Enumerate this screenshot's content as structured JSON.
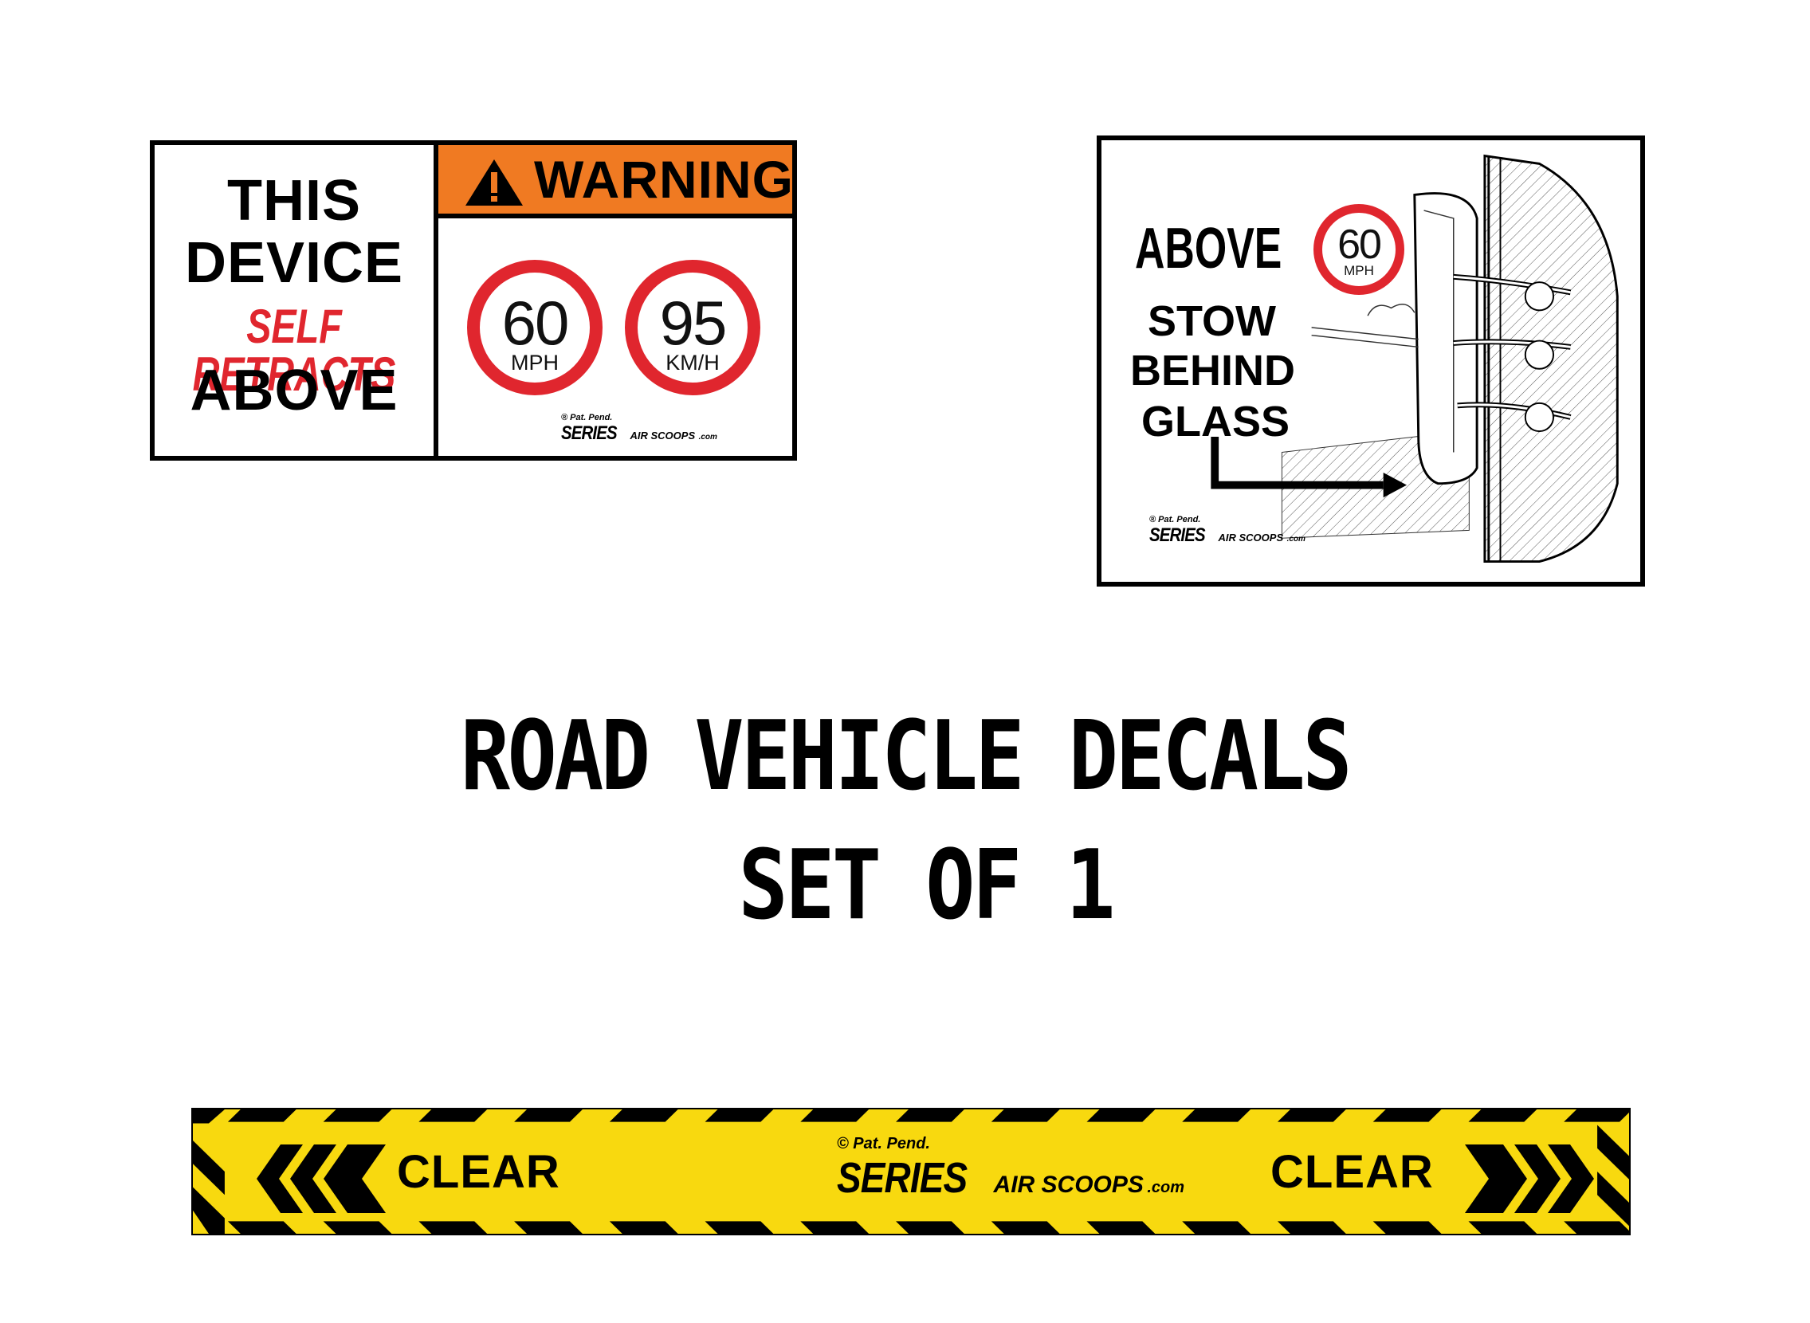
{
  "decal_warning": {
    "left_lines": [
      "THIS",
      "DEVICE",
      "SELF RETRACTS",
      "ABOVE"
    ],
    "header_label": "WARNING",
    "signs": [
      {
        "value": "60",
        "unit": "MPH"
      },
      {
        "value": "95",
        "unit": "KM/H"
      }
    ],
    "brand": {
      "pat": "® Pat. Pend.",
      "series": "SERIES",
      "air": "AIR SCOOPS",
      "dotcom": ".com"
    }
  },
  "decal_stow": {
    "above": "ABOVE",
    "sign": {
      "value": "60",
      "unit": "MPH"
    },
    "lines": [
      "STOW",
      "BEHIND",
      "GLASS"
    ],
    "brand": {
      "pat": "® Pat. Pend.",
      "series": "SERIES",
      "air": "AIR SCOOPS",
      "dotcom": ".com"
    }
  },
  "title": {
    "line1": "ROAD VEHICLE DECALS",
    "line2": "SET OF 1"
  },
  "decal_clear": {
    "left_label": "CLEAR",
    "right_label": "CLEAR",
    "brand": {
      "pat": "© Pat. Pend.",
      "series": "SERIES",
      "air": "AIR SCOOPS",
      "dotcom": ".com"
    }
  },
  "colors": {
    "warning_orange": "#f07a22",
    "sign_red": "#e0262e",
    "strip_yellow": "#f8d90f"
  },
  "icons": [
    "warning-triangle-icon",
    "speed-limit-sign-icon",
    "arrow-right-icon",
    "chevron-left-icon",
    "chevron-right-icon",
    "car-window-illustration"
  ]
}
